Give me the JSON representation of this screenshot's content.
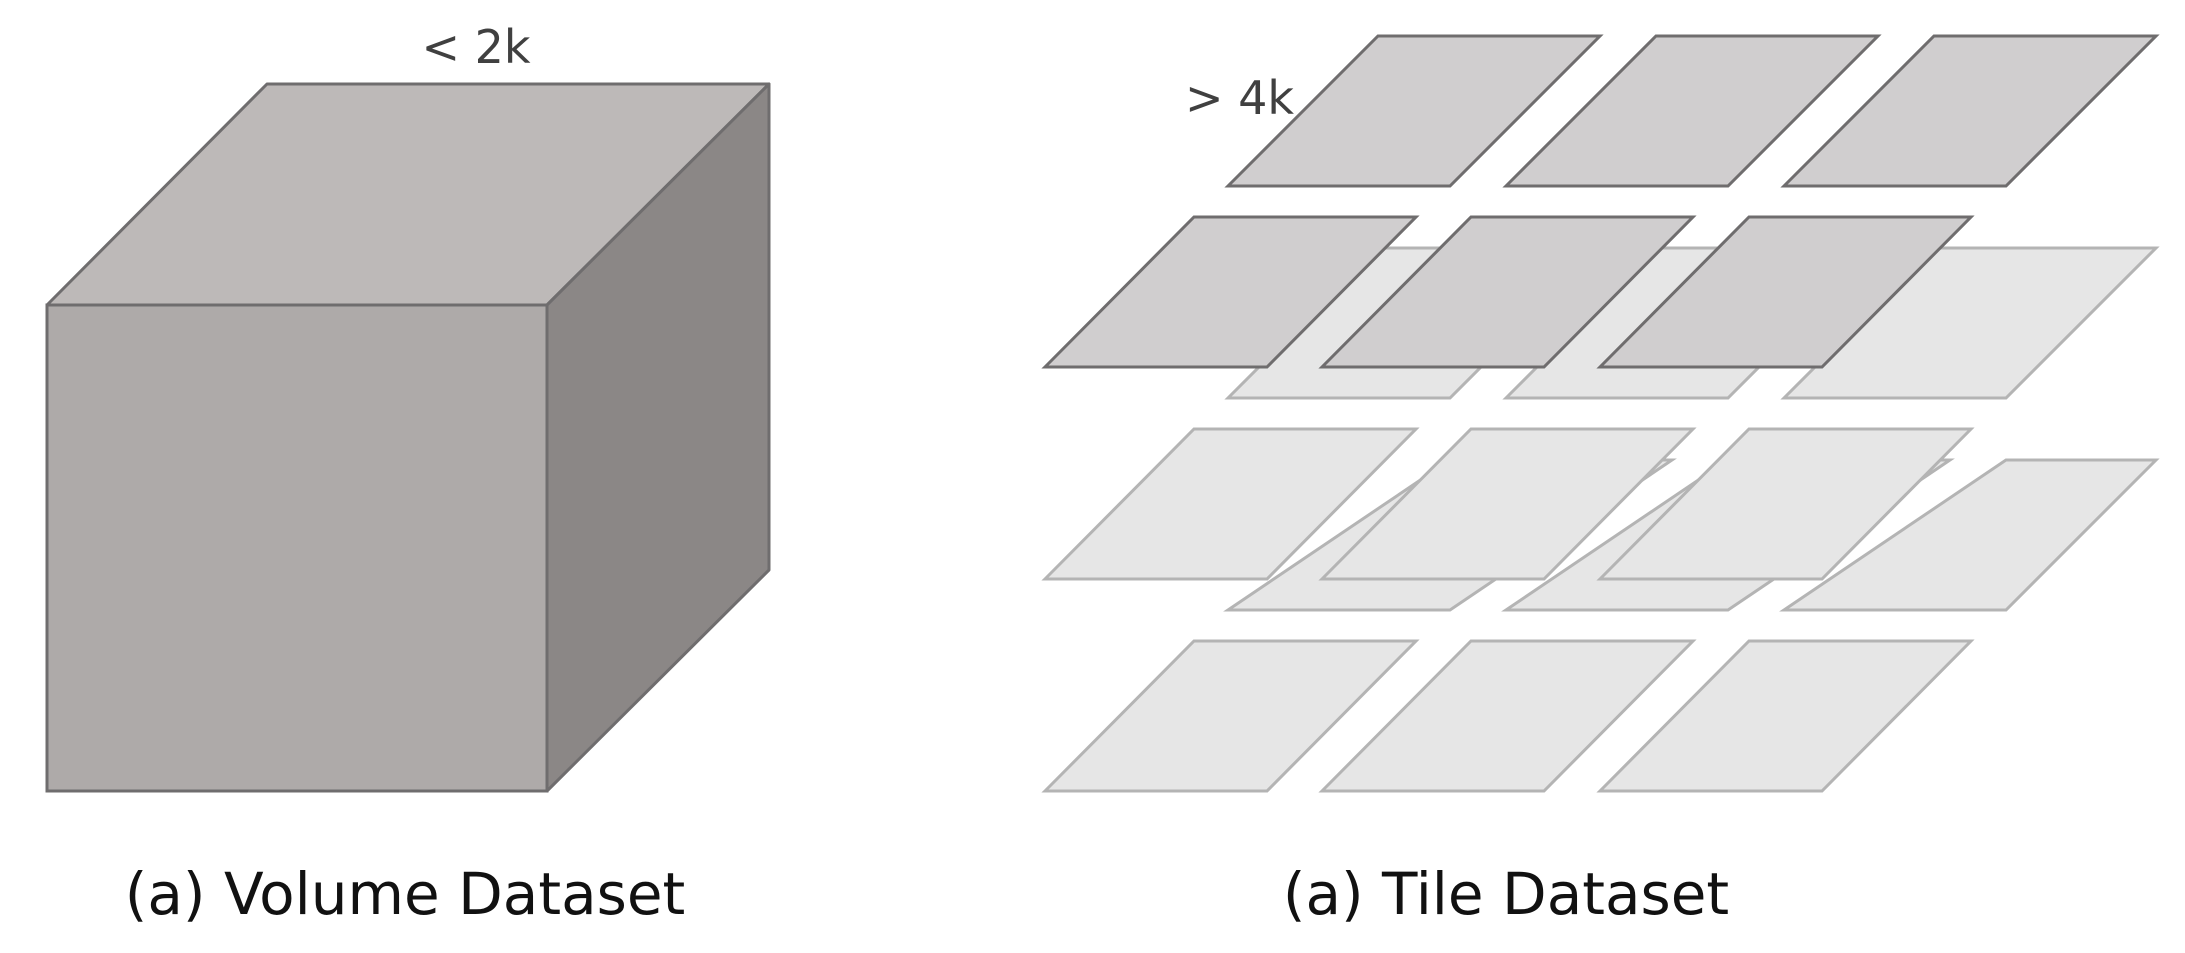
{
  "volume": {
    "size_label": "< 2k",
    "caption": "(a) Volume Dataset",
    "colors": {
      "top_face": "#bdb9b8",
      "front_face": "#aeaaa9",
      "side_face": "#8b8786",
      "edge": "#6f6d6e"
    }
  },
  "tiles": {
    "size_label": "> 4k",
    "caption": "(a) Tile Dataset",
    "colors": {
      "highlighted_tile": "#d0cecf",
      "faded_tile": "#e6e6e6"
    }
  }
}
